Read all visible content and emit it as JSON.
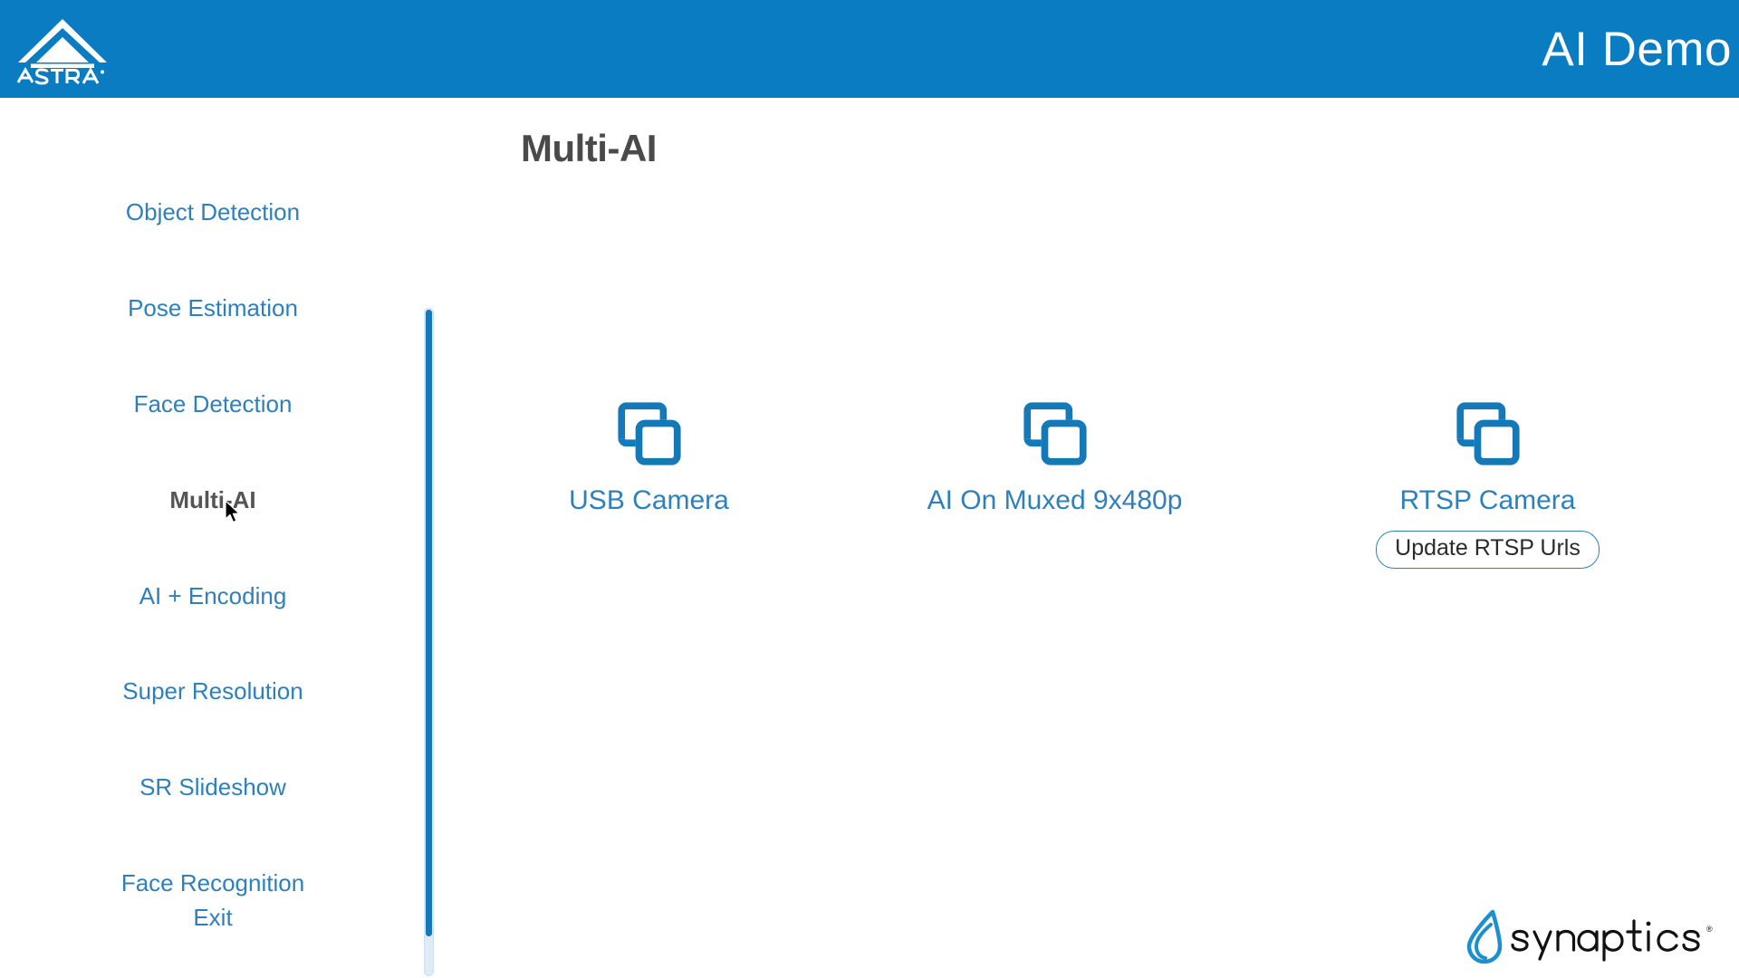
{
  "header": {
    "logo_name": "astra-logo",
    "logo_text": "ASTRA",
    "title": "AI Demo",
    "background_color": "#0a7cc2"
  },
  "sidebar": {
    "items": [
      {
        "label": "Object Detection",
        "active": false
      },
      {
        "label": "Pose Estimation",
        "active": false
      },
      {
        "label": "Face Detection",
        "active": false
      },
      {
        "label": "Multi-AI",
        "active": true
      },
      {
        "label": "AI + Encoding",
        "active": false
      },
      {
        "label": "Super Resolution",
        "active": false
      },
      {
        "label": "SR Slideshow",
        "active": false
      },
      {
        "label": "Face Recognition",
        "active": false
      },
      {
        "label": "Exit",
        "active": false
      }
    ],
    "link_color": "#2e80bd",
    "active_color": "#555555",
    "scrollbar": {
      "thumb_color": "#1679b7",
      "track_color": "#dfeaf7"
    }
  },
  "main": {
    "page_title": "Multi-AI",
    "cards": [
      {
        "icon": "copy-squares-icon",
        "label": "USB Camera",
        "has_button": false,
        "button_label": ""
      },
      {
        "icon": "copy-squares-icon",
        "label": "AI On Muxed 9x480p",
        "has_button": false,
        "button_label": ""
      },
      {
        "icon": "copy-squares-icon",
        "label": "RTSP Camera",
        "has_button": true,
        "button_label": "Update RTSP Urls"
      }
    ],
    "icon_color": "#1679b7",
    "label_color": "#2e80bd"
  },
  "footer": {
    "brand_name": "synaptics",
    "brand_mark": "droplet-icon",
    "trademark": "®"
  }
}
